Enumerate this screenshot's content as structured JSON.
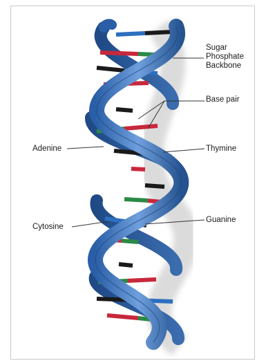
{
  "labels": {
    "sugar_line1": "Sugar",
    "sugar_line2": "Phosphate",
    "sugar_line3": "Backbone",
    "base_pair": "Base pair",
    "adenine": "Adenine",
    "thymine": "Thymine",
    "cytosine": "Cytosine",
    "guanine": "Guanine"
  },
  "colors": {
    "backbone": "#3f74b8",
    "backbone_dark": "#26528e",
    "adenine": "#c8283c",
    "thymine": "#2a8a46",
    "cytosine": "#2d6fc0",
    "guanine": "#1a1a1a",
    "leader_line": "#333333"
  }
}
